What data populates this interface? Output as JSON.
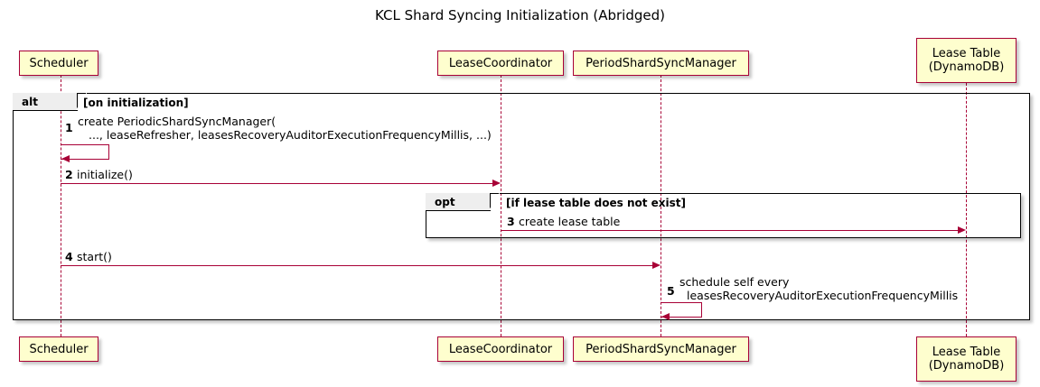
{
  "diagram": {
    "title": "KCL Shard Syncing Initialization (Abridged)",
    "type": "uml-sequence-diagram",
    "colors": {
      "participant_fill": "#FEFECE",
      "participant_border": "#A80036",
      "arrow": "#A80036",
      "frame_border": "#000000",
      "frame_tab_fill": "#EEEEEE",
      "background": "#FFFFFF"
    }
  },
  "participants": [
    {
      "id": "scheduler",
      "label": "Scheduler"
    },
    {
      "id": "lease-coordinator",
      "label": "LeaseCoordinator"
    },
    {
      "id": "period-shard-sync-manager",
      "label": "PeriodShardSyncManager"
    },
    {
      "id": "lease-table",
      "label": "Lease Table\n(DynamoDB)"
    }
  ],
  "fragments": [
    {
      "id": "alt",
      "operator": "alt",
      "condition": "[on initialization]"
    },
    {
      "id": "opt",
      "operator": "opt",
      "condition": "[if lease table does not exist]"
    }
  ],
  "messages": [
    {
      "number": "1",
      "from": "scheduler",
      "to": "scheduler",
      "self": true,
      "line1": "create PeriodicShardSyncManager(",
      "line2": "..., leaseRefresher, leasesRecoveryAuditorExecutionFrequencyMillis, ...)"
    },
    {
      "number": "2",
      "from": "scheduler",
      "to": "lease-coordinator",
      "self": false,
      "line1": "initialize()",
      "line2": ""
    },
    {
      "number": "3",
      "from": "lease-coordinator",
      "to": "lease-table",
      "self": false,
      "line1": "create lease table",
      "line2": ""
    },
    {
      "number": "4",
      "from": "scheduler",
      "to": "period-shard-sync-manager",
      "self": false,
      "line1": "start()",
      "line2": ""
    },
    {
      "number": "5",
      "from": "period-shard-sync-manager",
      "to": "period-shard-sync-manager",
      "self": true,
      "line1": "schedule self every",
      "line2": "leasesRecoveryAuditorExecutionFrequencyMillis"
    }
  ]
}
